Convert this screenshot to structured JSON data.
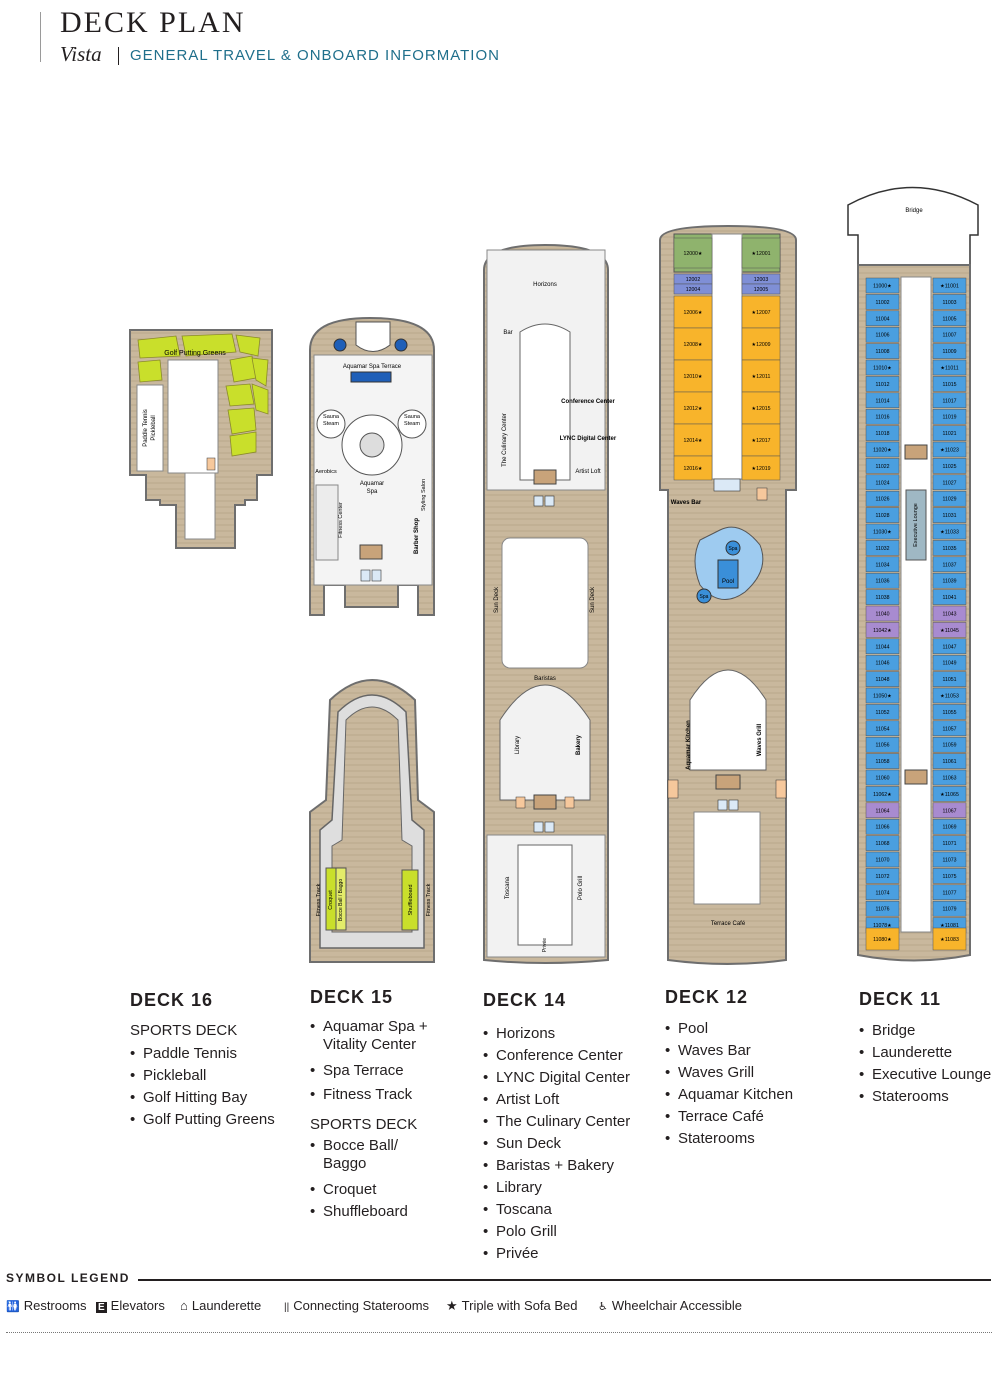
{
  "header": {
    "title": "DECK PLAN",
    "ship": "Vista",
    "subtitle": "GENERAL TRAVEL & ONBOARD INFORMATION"
  },
  "colors": {
    "deck_wood": "#c8b79c",
    "deck_wall": "#6e6e6e",
    "green_area": "#c9df2b",
    "suite_green": "#8fb36d",
    "stateroom_blue": "#4a9fe0",
    "stateroom_gold": "#f8b42b",
    "connecting_purple": "#8a6bbf",
    "pool_blue": "#3a8fd9",
    "accent_teal": "#1f6f8b"
  },
  "plan_labels": {
    "d16": {
      "golf": "Golf Putting Greens",
      "paddle": "Paddle Tennis",
      "pickle": "Pickleball"
    },
    "d15": {
      "spa_terrace": "Aquamar Spa Terrace",
      "sauna": "Sauna",
      "steam": "Steam",
      "aerobics": "Aerobics",
      "aquamar": "Aquamar",
      "spa": "Spa",
      "fitness": "Fitness Center",
      "styling": "Styling Salon",
      "barber": "Barber Shop",
      "fitness_track": "Fitness Track",
      "croquet": "Croquet",
      "bocce": "Bocce Ball / Baggo",
      "shuffle": "Shuffleboard"
    },
    "d14": {
      "horizons": "Horizons",
      "bar": "Bar",
      "conference": "Conference Center",
      "lync": "LYNC Digital Center",
      "artist": "Artist Loft",
      "culinary": "The Culinary Center",
      "sun": "Sun Deck",
      "baristas": "Baristas",
      "library": "Library",
      "bakery": "Bakery",
      "toscana": "Toscana",
      "polo": "Polo Grill",
      "privee": "Privée"
    },
    "d12": {
      "waves_bar": "Waves Bar",
      "spa": "Spa",
      "pool": "Pool",
      "aquamar_kitchen": "Aquamar Kitchen",
      "waves_grill": "Waves Grill",
      "terrace": "Terrace Café"
    },
    "d11": {
      "bridge": "Bridge",
      "exec": "Executive Lounge"
    }
  },
  "deck12_rooms": {
    "left": [
      "12000★",
      "12002",
      "12004",
      "12006★",
      "12008★",
      "12010★",
      "12012★",
      "12014★",
      "12016★"
    ],
    "right": [
      "★12001",
      "12003",
      "12005",
      "★12007",
      "★12009",
      "★12011",
      "★12015",
      "★12017",
      "★12019"
    ]
  },
  "deck11_rooms": {
    "left": [
      "11000★",
      "11002",
      "11004",
      "11006",
      "11008",
      "11010★",
      "11012",
      "11014",
      "11016",
      "11018",
      "11020★",
      "11022",
      "11024",
      "11026",
      "11028",
      "11030★",
      "11032",
      "11034",
      "11036",
      "11038",
      "11040",
      "11042★",
      "11044",
      "11046",
      "11048",
      "11050★",
      "11052",
      "11054",
      "11056",
      "11058",
      "11060",
      "11062★",
      "11064",
      "11066",
      "11068",
      "11070",
      "11072",
      "11074",
      "11076",
      "11078★",
      "11080★"
    ],
    "right": [
      "★11001",
      "11003",
      "11005",
      "11007",
      "11009",
      "★11011",
      "11015",
      "11017",
      "11019",
      "11021",
      "★11023",
      "11025",
      "11027",
      "11029",
      "11031",
      "★11033",
      "11035",
      "11037",
      "11039",
      "11041",
      "11043",
      "★11045",
      "11047",
      "11049",
      "11051",
      "★11053",
      "11055",
      "11057",
      "11059",
      "11061",
      "11063",
      "★11065",
      "11067",
      "11069",
      "11071",
      "11073",
      "11075",
      "11077",
      "11079",
      "★11081",
      "★11083"
    ]
  },
  "decks": [
    {
      "name": "DECK 16",
      "groups": [
        {
          "heading": "SPORTS DECK",
          "items": [
            "Paddle Tennis",
            "Pickleball",
            "Golf Hitting Bay",
            "Golf Putting Greens"
          ]
        }
      ]
    },
    {
      "name": "DECK 15",
      "groups": [
        {
          "heading": "",
          "items": [
            "Aquamar Spa + Vitality Center",
            "Spa Terrace",
            "Fitness Track"
          ]
        },
        {
          "heading": "SPORTS DECK",
          "items": [
            "Bocce Ball/ Baggo",
            "Croquet",
            "Shuffleboard"
          ]
        }
      ]
    },
    {
      "name": "DECK 14",
      "groups": [
        {
          "heading": "",
          "items": [
            "Horizons",
            "Conference Center",
            "LYNC Digital Center",
            "Artist Loft",
            "The Culinary Center",
            "Sun Deck",
            "Baristas + Bakery",
            "Library",
            "Toscana",
            "Polo Grill",
            "Privée"
          ]
        }
      ]
    },
    {
      "name": "DECK 12",
      "groups": [
        {
          "heading": "",
          "items": [
            "Pool",
            "Waves Bar",
            "Waves Grill",
            "Aquamar Kitchen",
            "Terrace Café",
            "Staterooms"
          ]
        }
      ]
    },
    {
      "name": "DECK 11",
      "groups": [
        {
          "heading": "",
          "items": [
            "Bridge",
            "Launderette",
            "Executive Lounge",
            "Staterooms"
          ]
        }
      ]
    }
  ],
  "legend": {
    "title": "SYMBOL LEGEND",
    "items": [
      {
        "icon": "restroom-icon",
        "glyph": "🚻",
        "label": "Restrooms"
      },
      {
        "icon": "elevator-icon",
        "glyph": "E",
        "label": "Elevators"
      },
      {
        "icon": "launderette-icon",
        "glyph": "⌂",
        "label": "Launderette"
      },
      {
        "icon": "connecting-icon",
        "glyph": "||",
        "label": "Connecting Staterooms"
      },
      {
        "icon": "star-icon",
        "glyph": "★",
        "label": "Triple with Sofa Bed"
      },
      {
        "icon": "wheelchair-icon",
        "glyph": "♿",
        "label": "Wheelchair Accessible"
      }
    ]
  }
}
